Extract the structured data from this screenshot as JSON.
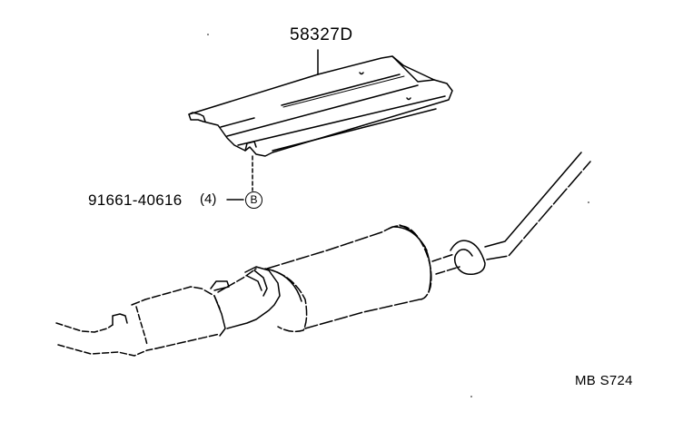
{
  "diagram": {
    "type": "exploded-parts-diagram",
    "subject": "exhaust heat insulator and muffler",
    "colors": {
      "line": "#000000",
      "background": "#ffffff"
    },
    "callouts": [
      {
        "id": "insulator",
        "part_number": "58327D"
      },
      {
        "id": "bolt",
        "part_number": "91661-40616",
        "quantity": "(4)",
        "ref_letter": "B"
      }
    ],
    "drawing_code": "MB S724"
  }
}
